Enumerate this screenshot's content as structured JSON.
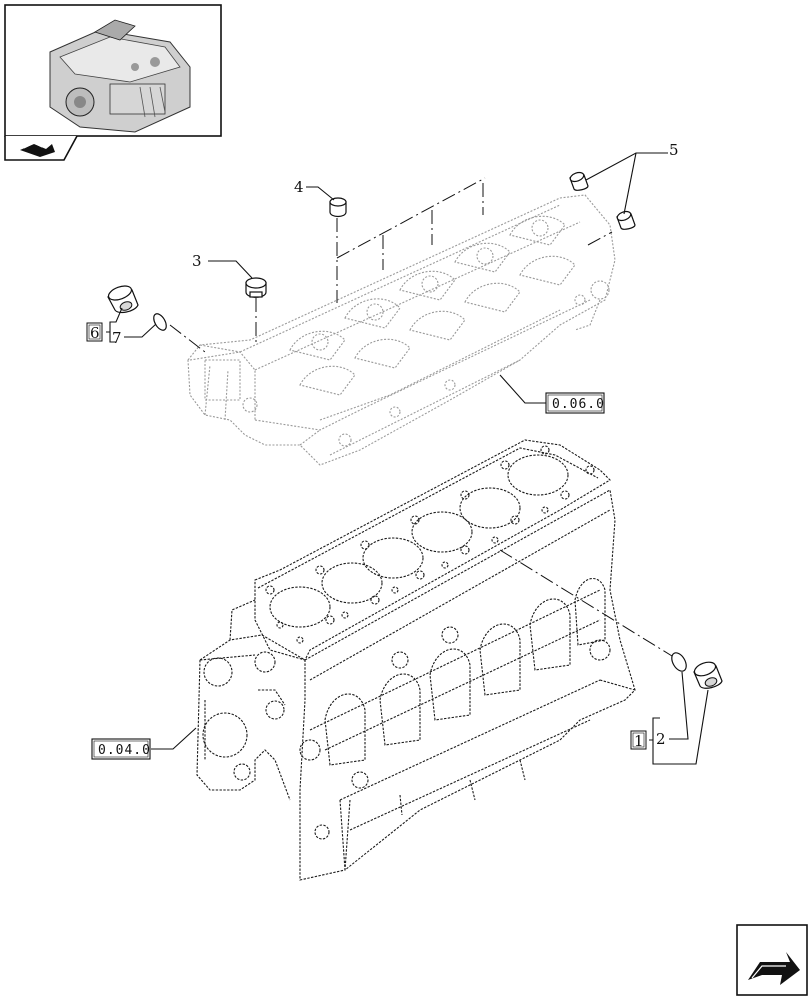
{
  "callouts": {
    "c1": "1",
    "c2": "2",
    "c3": "3",
    "c4": "4",
    "c5": "5",
    "c6": "6",
    "c7": "7"
  },
  "references": {
    "head_ref": "0.06.0",
    "block_ref": "0.04.0"
  },
  "icons": {
    "thumbnail": "engine-thumbnail-icon",
    "section": "section-arrow-icon",
    "next": "next-page-arrow-icon"
  }
}
